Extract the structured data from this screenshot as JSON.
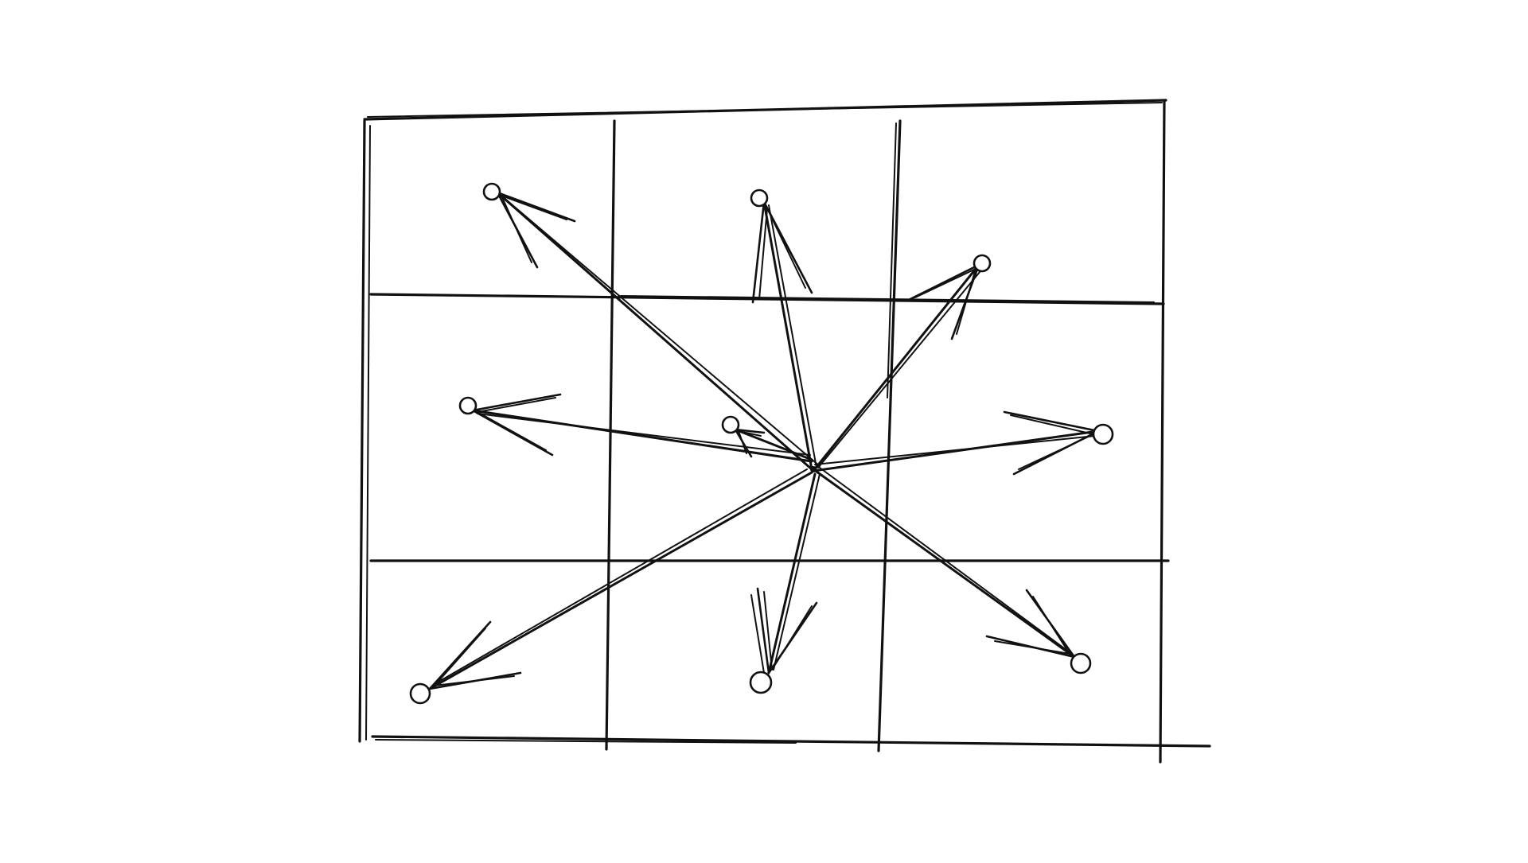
{
  "diagram": {
    "description_elements": {
      "grid": {
        "rows": 3,
        "columns": 3
      },
      "center_node": "center-hub",
      "arrows": [
        {
          "id": "top-left",
          "target_cell": [
            0,
            0
          ]
        },
        {
          "id": "top-center",
          "target_cell": [
            0,
            1
          ]
        },
        {
          "id": "top-right",
          "target_cell": [
            0,
            2
          ]
        },
        {
          "id": "middle-left",
          "target_cell": [
            1,
            0
          ]
        },
        {
          "id": "middle-center",
          "target_cell": [
            1,
            1
          ]
        },
        {
          "id": "middle-right",
          "target_cell": [
            1,
            2
          ]
        },
        {
          "id": "bottom-left",
          "target_cell": [
            2,
            0
          ]
        },
        {
          "id": "bottom-center",
          "target_cell": [
            2,
            1
          ]
        },
        {
          "id": "bottom-right",
          "target_cell": [
            2,
            2
          ]
        }
      ]
    },
    "colors": {
      "ink": "#111111",
      "background": "#ffffff"
    }
  }
}
